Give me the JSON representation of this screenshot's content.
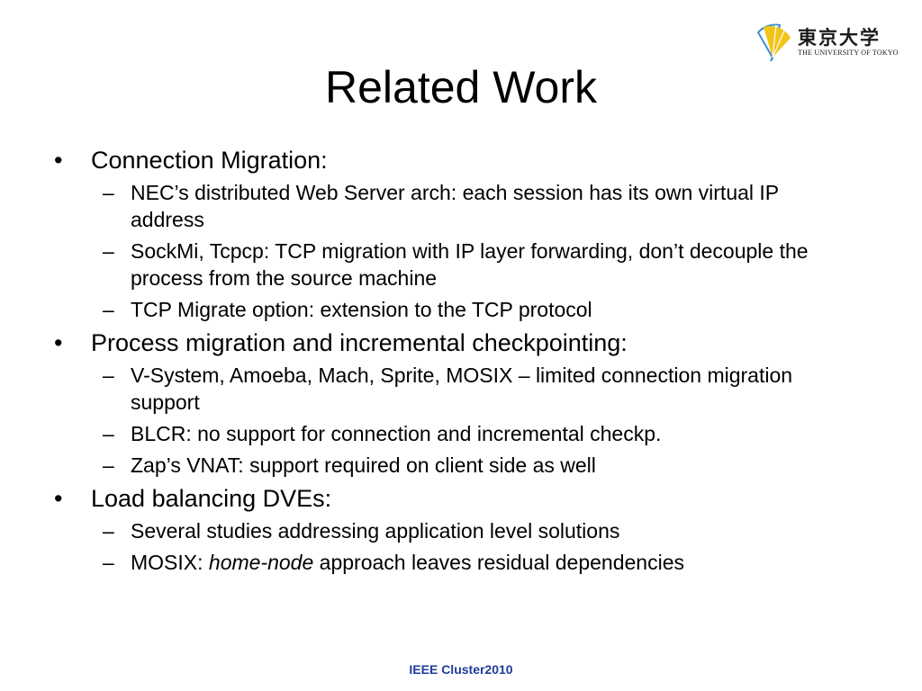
{
  "logo": {
    "kanji": "東京大学",
    "english": "THE UNIVERSITY OF TOKYO",
    "icon": "ginkgo-leaf-icon",
    "color_gold": "#f2c318",
    "color_blue": "#3e8fd0"
  },
  "title": "Related Work",
  "sections": [
    {
      "heading": "Connection Migration:",
      "items": [
        "NEC’s distributed Web Server arch: each session has its own virtual IP address",
        "SockMi, Tcpcp: TCP migration with IP layer forwarding, don’t decouple the process from the source machine",
        "TCP Migrate option: extension to the TCP protocol"
      ]
    },
    {
      "heading": "Process migration and incremental checkpointing:",
      "items": [
        "V-System, Amoeba, Mach, Sprite, MOSIX – limited connection migration support",
        "BLCR: no support for connection and incremental checkp.",
        "Zap’s VNAT: support required on client side as well"
      ]
    },
    {
      "heading": "Load balancing DVEs:",
      "items": [
        "Several studies addressing application level solutions"
      ],
      "last_item": {
        "prefix": "MOSIX: ",
        "emphasis": "home-node",
        "suffix": " approach leaves residual dependencies"
      }
    }
  ],
  "bullet_char": "•",
  "dash_char": "–",
  "footer": "IEEE Cluster2010",
  "colors": {
    "footer_text": "#1f3c99",
    "text": "#000000"
  }
}
